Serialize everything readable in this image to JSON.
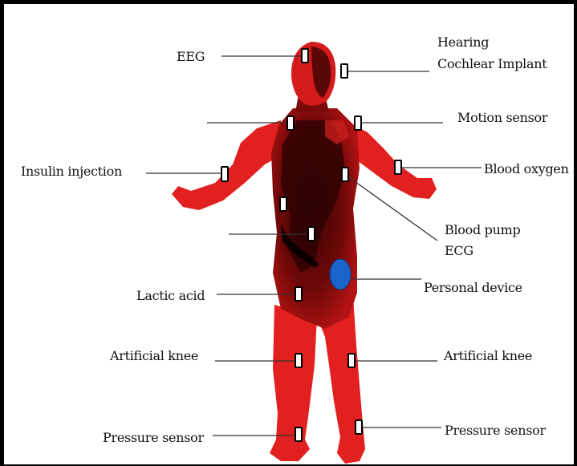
{
  "colors": {
    "body_red": "#e32020",
    "body_dark": "#5a0606",
    "sensor_fill": "#ffffff",
    "personal_device": "#1a63c9",
    "line": "#333333"
  },
  "labels": {
    "eeg": "EEG",
    "hearing": "Hearing",
    "cochlear": "Cochlear Implant",
    "motion": "Motion sensor",
    "insulin": "Insulin injection",
    "blood_oxygen": "Blood oxygen",
    "blood_pump": "Blood pump",
    "ecg": "ECG",
    "personal_device": "Personal device",
    "lactic_acid": "Lactic acid",
    "knee_left": "Artificial knee",
    "knee_right": "Artificial knee",
    "pressure_left": "Pressure sensor",
    "pressure_right": "Pressure sensor"
  }
}
